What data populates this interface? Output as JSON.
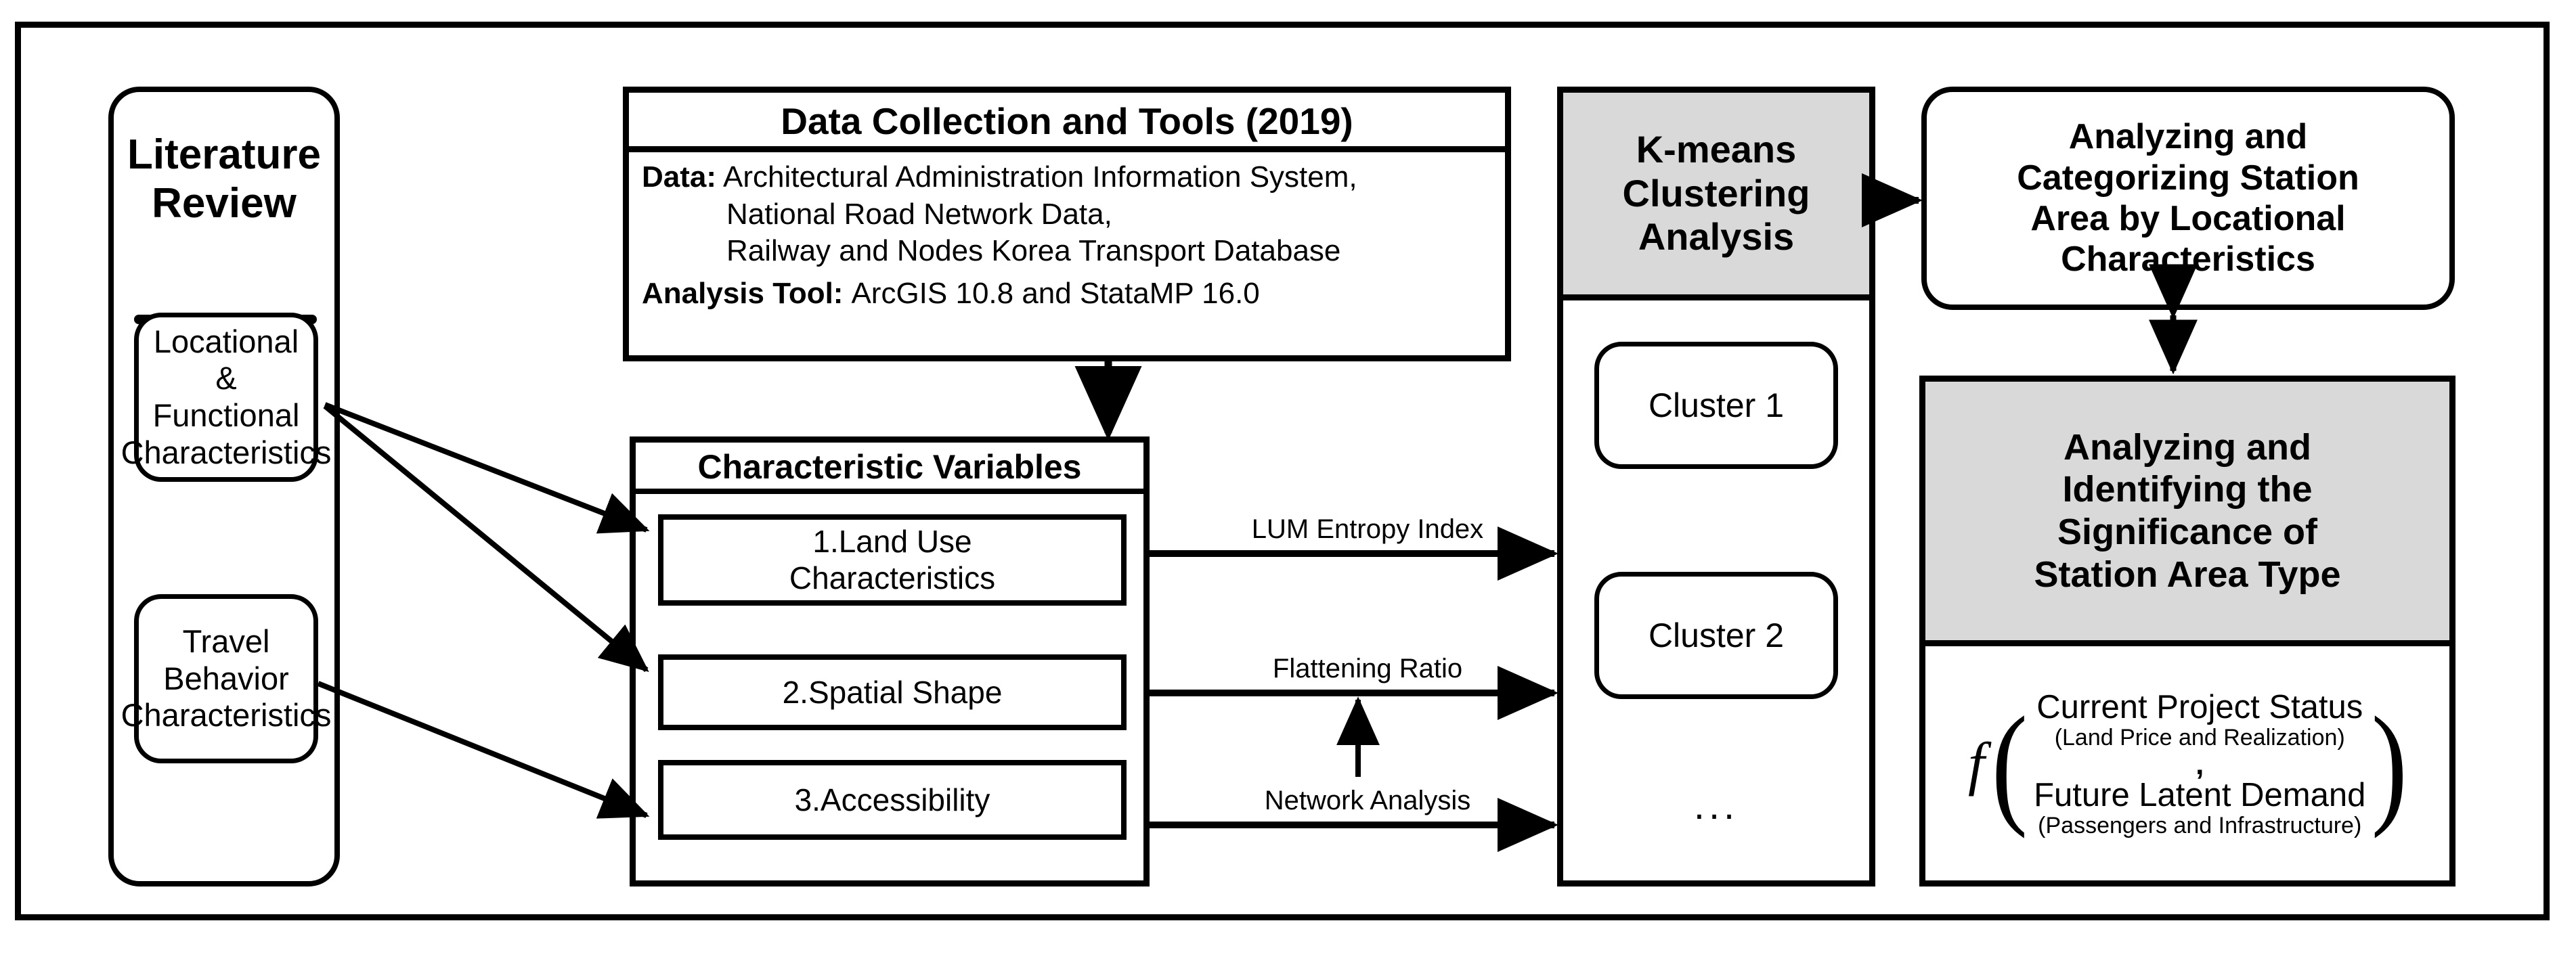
{
  "diagram": {
    "title": "Research Framework Flowchart",
    "colors": {
      "shade": "#d9d9d9",
      "line": "#000000",
      "background": "#ffffff"
    }
  },
  "literature_review": {
    "title_line1": "Literature",
    "title_line2": "Review",
    "items": [
      {
        "line1": "Locational &",
        "line2": "Functional",
        "line3": "Characteristics"
      },
      {
        "line1": "Travel Behavior",
        "line2": "Characteristics"
      }
    ]
  },
  "data_collection": {
    "header": "Data Collection and Tools (2019)",
    "data_label": "Data:",
    "data_lines": [
      "Architectural Administration Information System,",
      "National Road Network Data,",
      "Railway and Nodes Korea Transport Database"
    ],
    "tool_label": "Analysis Tool:",
    "tool_value": "ArcGIS 10.8 and StataMP 16.0"
  },
  "characteristic_variables": {
    "header": "Characteristic Variables",
    "items": [
      {
        "line1": "1.Land Use",
        "line2": "Characteristics"
      },
      {
        "line1": "2.Spatial Shape",
        "line2": ""
      },
      {
        "line1": "3.Accessibility",
        "line2": ""
      }
    ]
  },
  "arrow_labels": {
    "lum": "LUM Entropy Index",
    "flattening": "Flattening Ratio",
    "network": "Network Analysis"
  },
  "kmeans": {
    "title_line1": "K-means",
    "title_line2": "Clustering",
    "title_line3": "Analysis",
    "clusters": [
      "Cluster 1",
      "Cluster 2"
    ],
    "ellipsis": "..."
  },
  "categorizing": {
    "line1": "Analyzing and",
    "line2": "Categorizing Station",
    "line3": "Area by Locational",
    "line4": "Characteristics"
  },
  "significance": {
    "line1": "Analyzing and",
    "line2": "Identifying the",
    "line3": "Significance of",
    "line4": "Station Area Type",
    "formula": {
      "function_symbol": "f",
      "paren_open": "(",
      "paren_close": ")",
      "term1_main": "Current Project Status",
      "term1_sub": "(Land Price and Realization)",
      "separator": ",",
      "term2_main": "Future Latent Demand",
      "term2_sub": "(Passengers and Infrastructure)"
    }
  }
}
